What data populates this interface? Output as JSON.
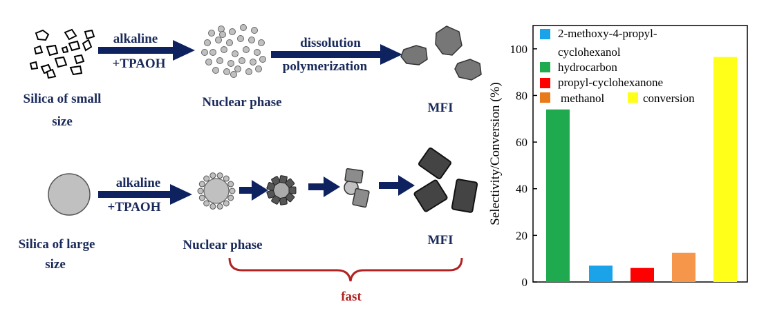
{
  "colors": {
    "arrow": "#0f2260",
    "label_dark": "#1a2a5a",
    "brace": "#b22222",
    "particle_light": "#c0c0c0",
    "particle_mid": "#8c8c8c",
    "particle_dark": "#444444"
  },
  "top_row": {
    "source_label_line1": "Silica of small",
    "source_label_line2": "size",
    "arrow1_top": "alkaline",
    "arrow1_bottom": "+TPAOH",
    "nuclear_label": "Nuclear phase",
    "arrow2_top": "dissolution",
    "arrow2_bottom": "polymerization",
    "product_label": "MFI"
  },
  "bottom_row": {
    "source_label_line1": "Silica of large",
    "source_label_line2": "size",
    "arrow1_top": "alkaline",
    "arrow1_bottom": "+TPAOH",
    "nuclear_label": "Nuclear phase",
    "product_label": "MFI",
    "brace_label": "fast"
  },
  "chart_data": {
    "type": "bar",
    "ylabel": "Selectivity/Conversion (%)",
    "ylim": [
      0,
      110
    ],
    "yticks": [
      0,
      20,
      40,
      60,
      80,
      100
    ],
    "grid": false,
    "legend_position": "top-left-inside",
    "series": [
      {
        "name": "hydrocarbon",
        "value": 74,
        "color": "#1faa50"
      },
      {
        "name": "2-methoxy-4-propyl-cyclohexanol",
        "value": 7,
        "color": "#1aa3e8"
      },
      {
        "name": "propyl-cyclohexanone",
        "value": 6,
        "color": "#ff0000"
      },
      {
        "name": "methanol",
        "value": 12.5,
        "color": "#f5964a"
      },
      {
        "name": "conversion",
        "value": 96.5,
        "color": "#ffff1a"
      }
    ],
    "legend": [
      {
        "line1": "2-methoxy-4-propyl-",
        "line2": "cyclohexanol",
        "color": "#1aa3e8"
      },
      {
        "line1": "hydrocarbon",
        "color": "#1faa50"
      },
      {
        "line1": "propyl-cyclohexanone",
        "color": "#ff0000"
      },
      {
        "line1": "methanol",
        "color": "#e87a1a"
      },
      {
        "line1": "conversion",
        "color": "#ffff1a"
      }
    ]
  }
}
